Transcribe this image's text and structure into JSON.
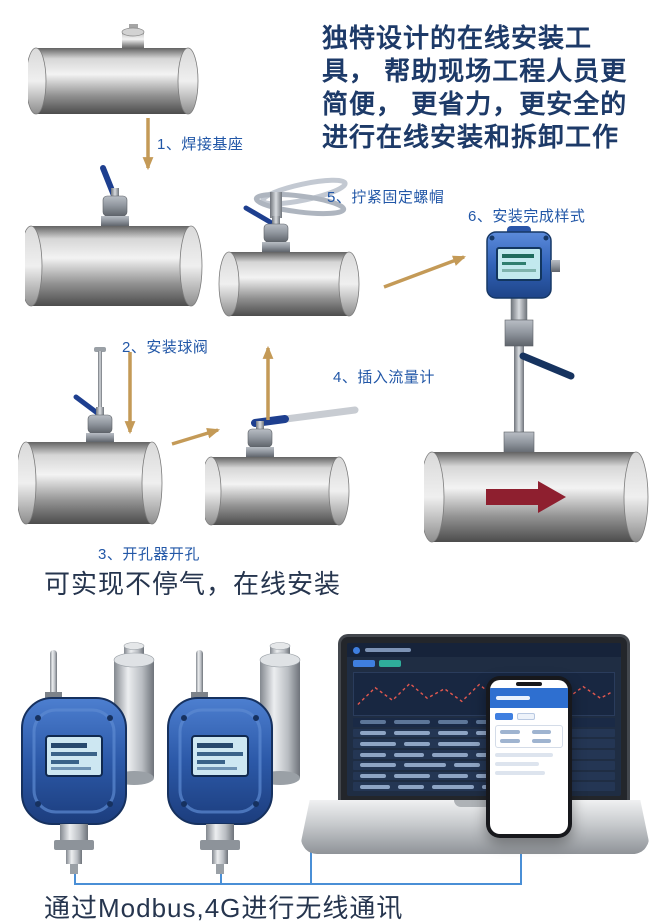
{
  "intro": {
    "text": "独特设计的在线安装工具， 帮助现场工程人员更简便， 更省力，更安全的进行在线安装和拆卸工作"
  },
  "steps": [
    {
      "label": "1、焊接基座"
    },
    {
      "label": "2、安装球阀"
    },
    {
      "label": "3、开孔器开孔"
    },
    {
      "label": "4、插入流量计"
    },
    {
      "label": "5、拧紧固定螺帽"
    },
    {
      "label": "6、安装完成样式"
    }
  ],
  "captions": {
    "online_install": "可实现不停气，在线安装",
    "wireless": "通过Modbus,4G进行无线通讯"
  },
  "colors": {
    "intro_text": "#1d3a68",
    "step_label": "#2257a7",
    "arrow": "#c49a57",
    "flow_arrow": "#8e1f2f",
    "instrument_blue": "#2c59a8",
    "connection_line": "#4a8fd6"
  }
}
